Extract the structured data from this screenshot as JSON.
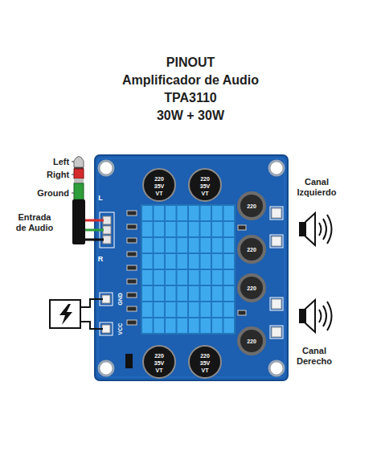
{
  "diagram": {
    "title": "PINOUT Amplificador de Audio TPA3110 30W + 30W",
    "labels": [
      "Left",
      "Right",
      "Ground",
      "Entrada de Audio",
      "L",
      "R",
      "GND",
      "VCC",
      "220 35V VT",
      "220 35V VT",
      "220 35V VT",
      "220 35V VT",
      "220",
      "220",
      "220",
      "220",
      "Canal Izquierdo",
      "Canal Derecho"
    ]
  }
}
